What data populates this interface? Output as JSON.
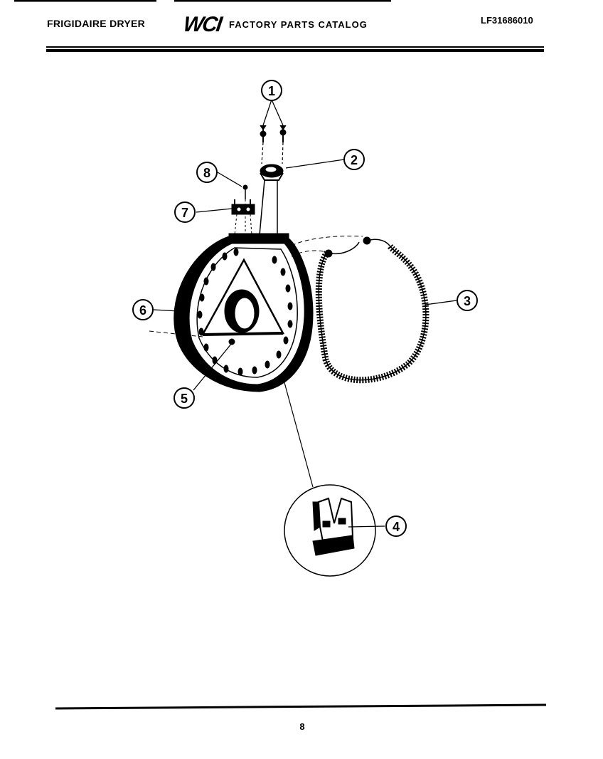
{
  "header": {
    "product": "FRIGIDAIRE DRYER",
    "logo": "WCI",
    "catalog_title": "FACTORY PARTS CATALOG",
    "model_number": "LF31686010"
  },
  "callouts": [
    "1",
    "2",
    "3",
    "4",
    "5",
    "6",
    "7",
    "8"
  ],
  "footer": {
    "page_number": "8"
  }
}
